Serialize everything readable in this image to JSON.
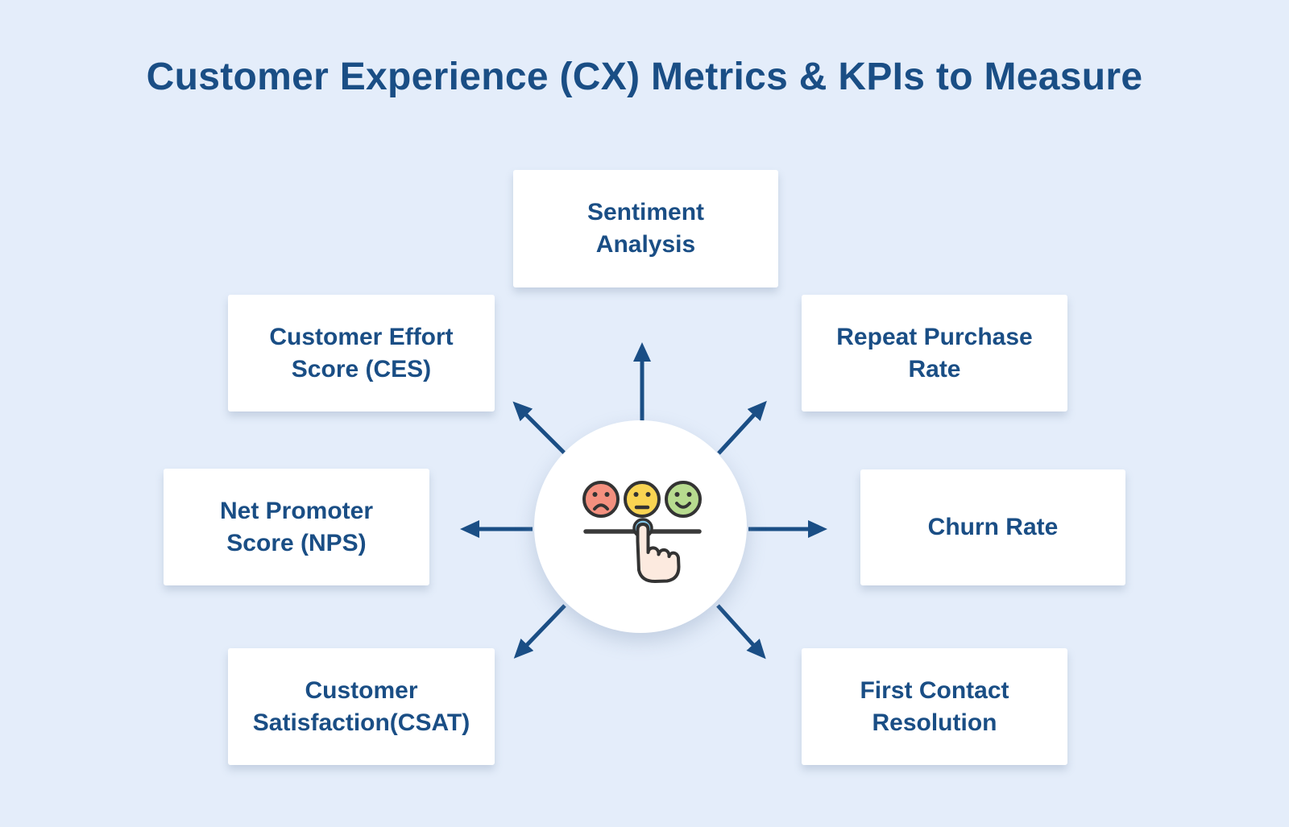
{
  "title": "Customer Experience (CX) Metrics & KPIs to Measure",
  "colors": {
    "background": "#E4EDFA",
    "ink": "#1A4E85",
    "arrow": "#1A4E85",
    "card_bg": "#FFFFFF",
    "icon_outline": "#333333"
  },
  "center": {
    "icon": "feedback-rating-slider-icon",
    "faces": [
      {
        "mood": "sad",
        "color": "#F4907F"
      },
      {
        "mood": "neutral",
        "color": "#F9D452"
      },
      {
        "mood": "happy",
        "color": "#B7DB8F"
      }
    ],
    "slider_color": "#3A3A3A",
    "knob_color": "#85C9EC",
    "hand_color": "#FCEADF"
  },
  "nodes": [
    {
      "id": "sentiment-analysis",
      "position": "top",
      "label": "Sentiment Analysis",
      "lines": [
        "Sentiment",
        "Analysis"
      ]
    },
    {
      "id": "customer-effort-score",
      "position": "upper-left",
      "label": "Customer Effort Score (CES)",
      "lines": [
        "Customer Effort",
        "Score (CES)"
      ]
    },
    {
      "id": "repeat-purchase-rate",
      "position": "upper-right",
      "label": "Repeat Purchase Rate",
      "lines": [
        "Repeat Purchase",
        "Rate"
      ]
    },
    {
      "id": "net-promoter-score",
      "position": "left",
      "label": "Net Promoter Score (NPS)",
      "lines": [
        "Net Promoter",
        "Score (NPS)"
      ]
    },
    {
      "id": "churn-rate",
      "position": "right",
      "label": "Churn Rate",
      "lines": [
        "Churn Rate"
      ]
    },
    {
      "id": "customer-satisfaction",
      "position": "lower-left",
      "label": "Customer Satisfaction(CSAT)",
      "lines": [
        "Customer",
        "Satisfaction(CSAT)"
      ]
    },
    {
      "id": "first-contact-resolution",
      "position": "lower-right",
      "label": "First Contact Resolution",
      "lines": [
        "First Contact",
        "Resolution"
      ]
    }
  ]
}
